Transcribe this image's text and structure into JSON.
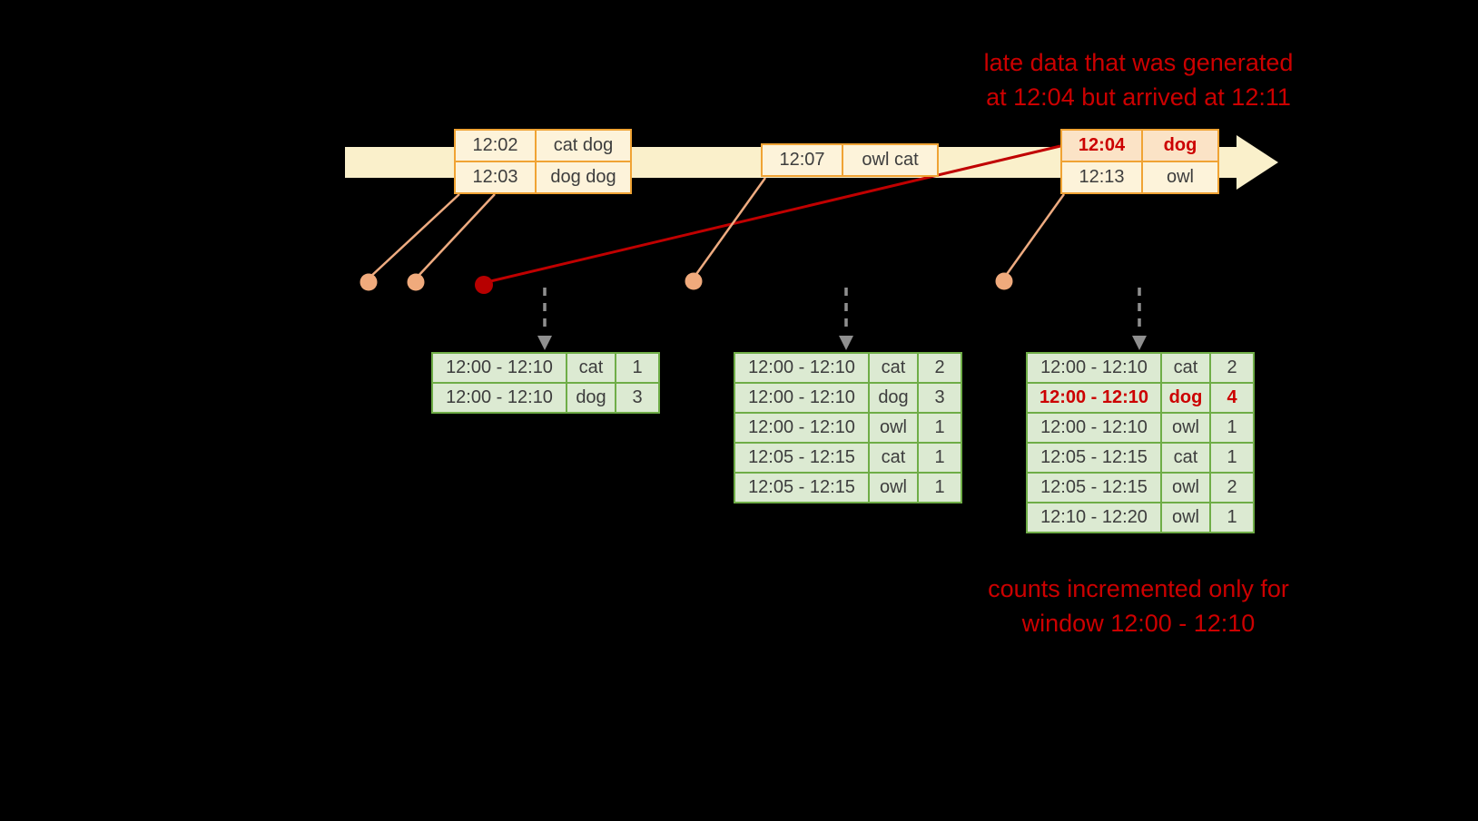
{
  "annotations": {
    "late_data": {
      "line1": "late data that was generated",
      "line2": "at 12:04 but arrived at 12:11"
    },
    "counts": {
      "line1": "counts incremented only for",
      "line2": "window 12:00 - 12:10"
    }
  },
  "events": {
    "group1": {
      "rows": [
        {
          "time": "12:02",
          "words": "cat dog"
        },
        {
          "time": "12:03",
          "words": "dog dog"
        }
      ]
    },
    "group2": {
      "rows": [
        {
          "time": "12:07",
          "words": "owl cat"
        }
      ]
    },
    "group3": {
      "rows": [
        {
          "time": "12:04",
          "words": "dog",
          "late": true
        },
        {
          "time": "12:13",
          "words": "owl"
        }
      ]
    }
  },
  "results": {
    "table1": {
      "rows": [
        {
          "window": "12:00 - 12:10",
          "word": "cat",
          "count": "1"
        },
        {
          "window": "12:00 - 12:10",
          "word": "dog",
          "count": "3"
        }
      ]
    },
    "table2": {
      "rows": [
        {
          "window": "12:00 - 12:10",
          "word": "cat",
          "count": "2"
        },
        {
          "window": "12:00 - 12:10",
          "word": "dog",
          "count": "3"
        },
        {
          "window": "12:00 - 12:10",
          "word": "owl",
          "count": "1"
        },
        {
          "window": "12:05 - 12:15",
          "word": "cat",
          "count": "1"
        },
        {
          "window": "12:05 - 12:15",
          "word": "owl",
          "count": "1"
        }
      ]
    },
    "table3": {
      "rows": [
        {
          "window": "12:00 - 12:10",
          "word": "cat",
          "count": "2"
        },
        {
          "window": "12:00 - 12:10",
          "word": "dog",
          "count": "4",
          "late": true
        },
        {
          "window": "12:00 - 12:10",
          "word": "owl",
          "count": "1"
        },
        {
          "window": "12:05 - 12:15",
          "word": "cat",
          "count": "1"
        },
        {
          "window": "12:05 - 12:15",
          "word": "owl",
          "count": "2"
        },
        {
          "window": "12:10 - 12:20",
          "word": "owl",
          "count": "1"
        }
      ]
    }
  },
  "colors": {
    "background": "#000000",
    "timeline_arrow": "#faf0cb",
    "event_fill": "#fdf3da",
    "event_border": "#f0a334",
    "late_event_fill": "#fbe3c6",
    "connector": "#eeab80",
    "late_connector": "#c00000",
    "trigger_arrow_gray": "#8f8f8f",
    "result_fill": "#dcead2",
    "result_border": "#6fad47",
    "cell_text": "#3d3d3d",
    "late_red_text": "#cc0000"
  }
}
